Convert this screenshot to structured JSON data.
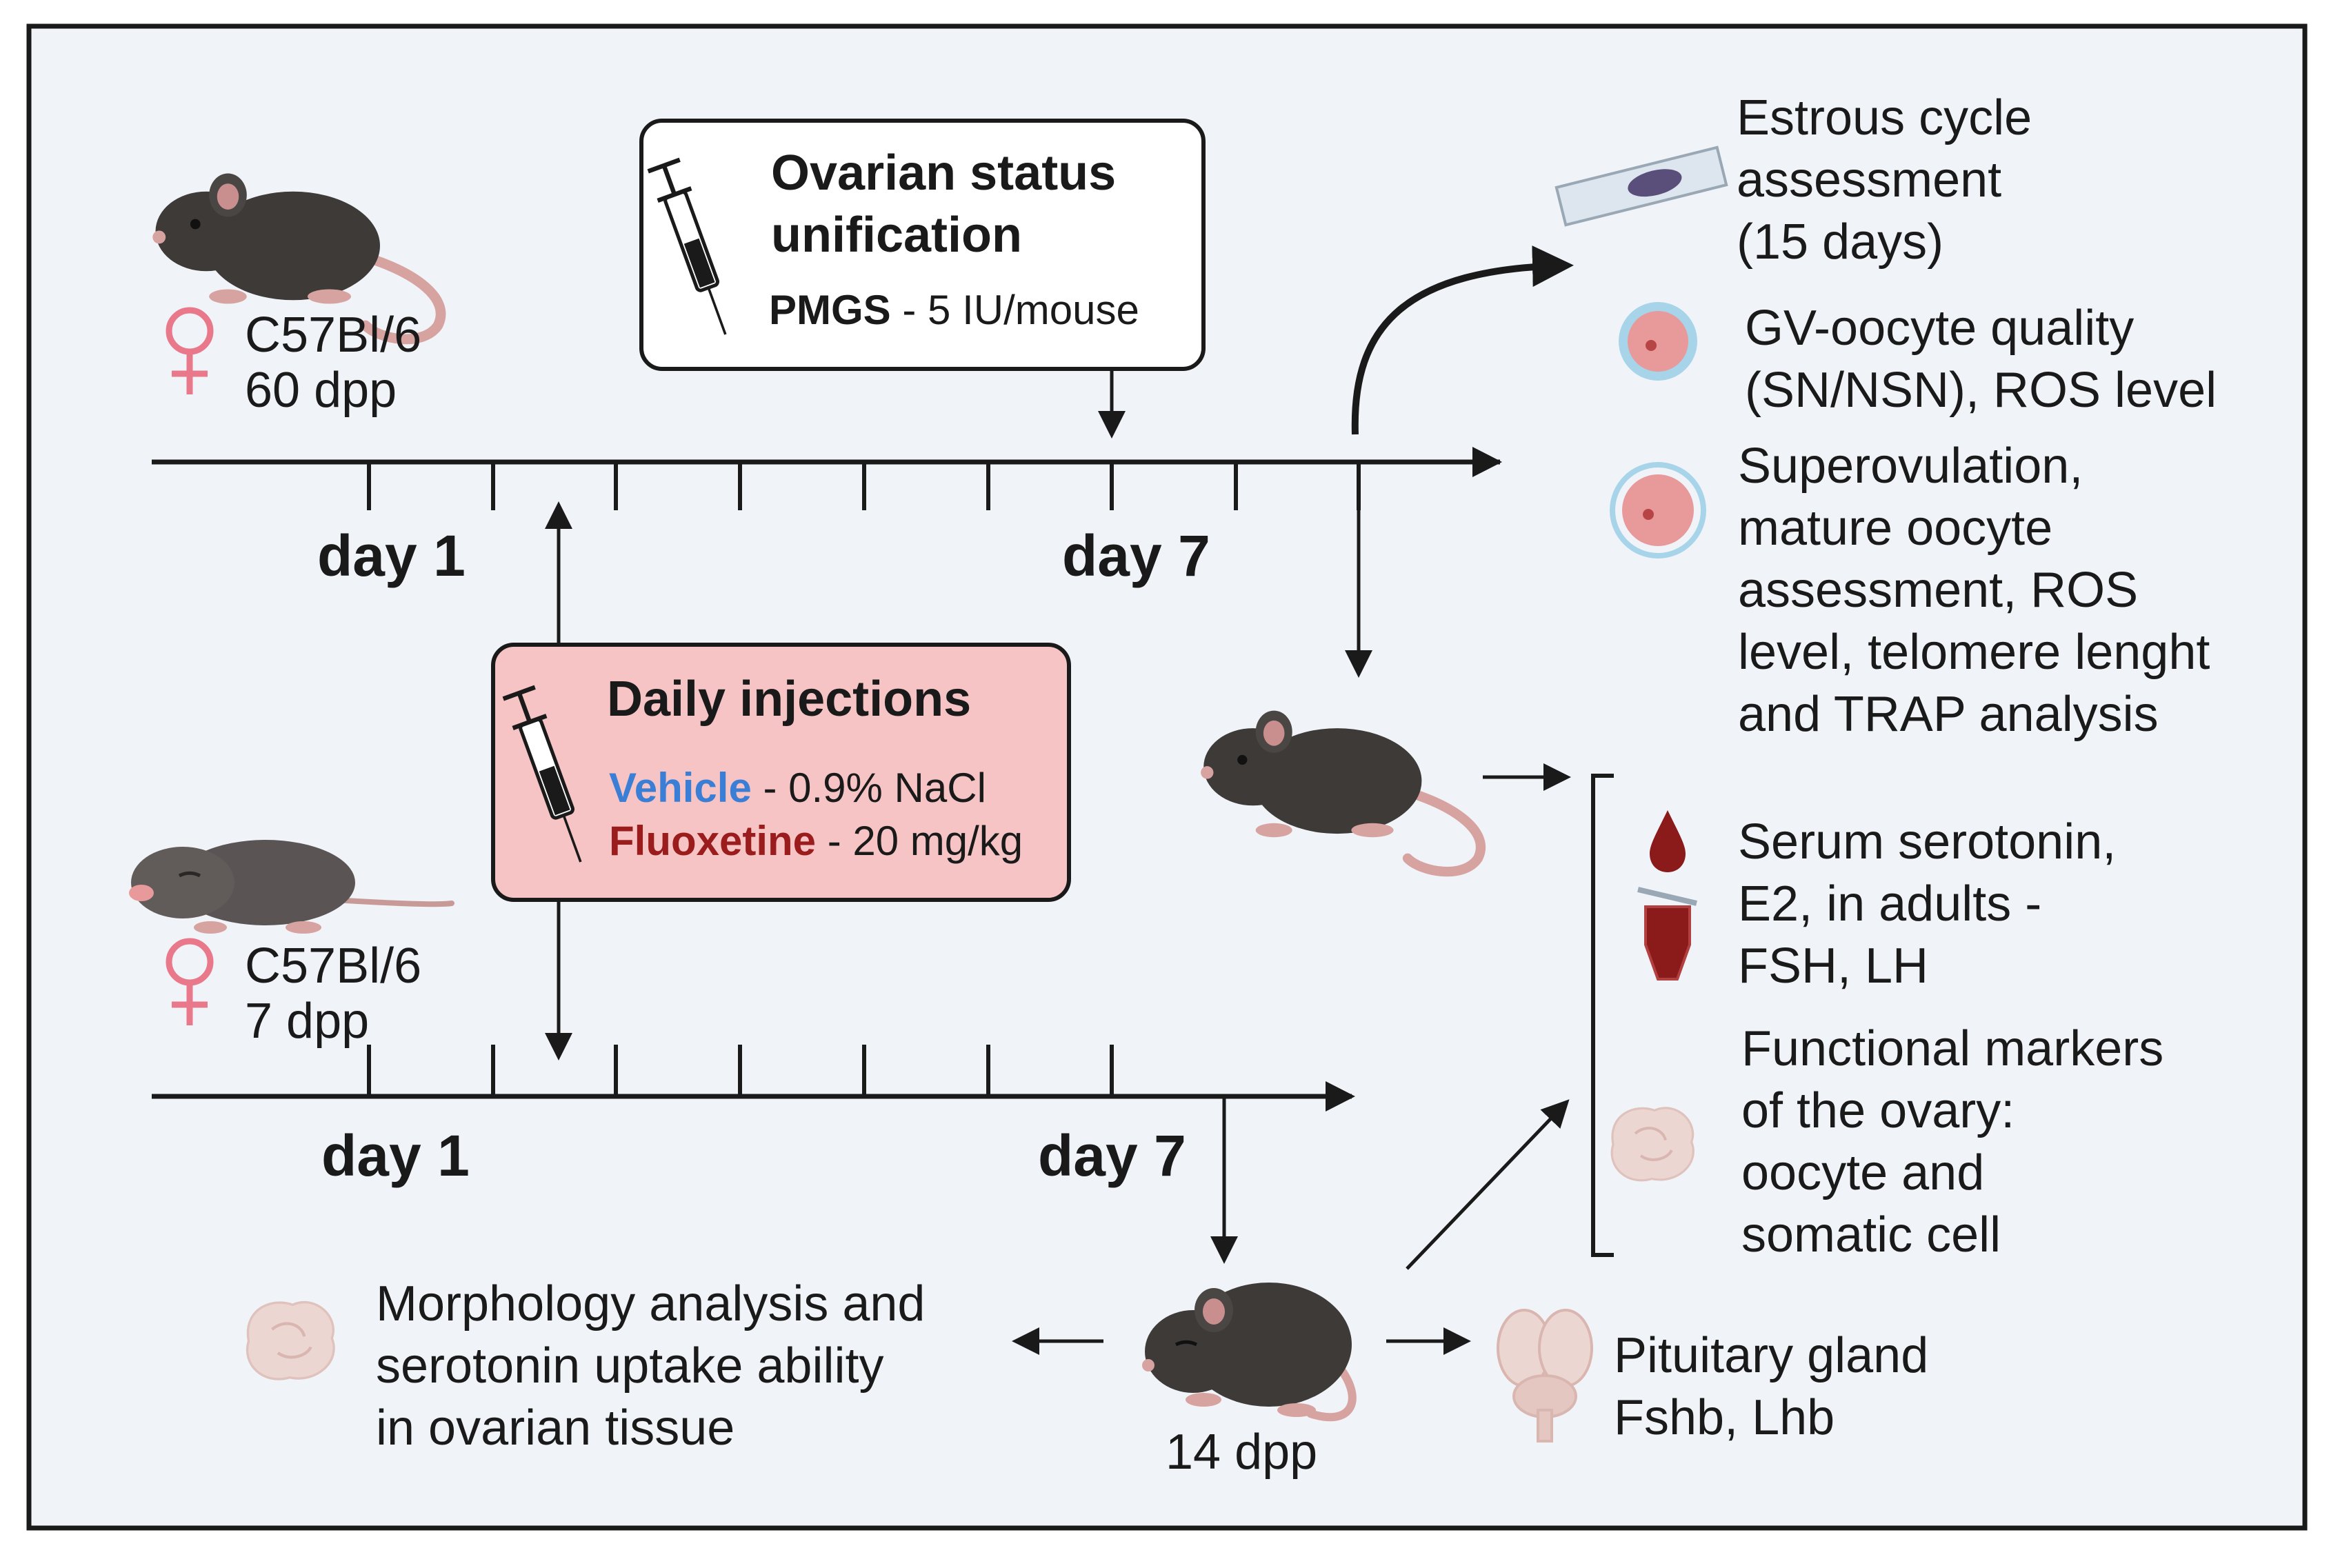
{
  "adult_mouse": {
    "strain": "C57Bl/6",
    "age": "60 dpp"
  },
  "pup_mouse": {
    "strain": "C57Bl/6",
    "age": "7 dpp"
  },
  "ovarian_box": {
    "title_line1": "Ovarian status",
    "title_line2": "unification",
    "drug": "PMGS",
    "dose": " - 5 IU/mouse"
  },
  "injection_box": {
    "title": "Daily injections",
    "vehicle_label": "Vehicle",
    "vehicle_dose": " - 0.9% NaCl",
    "fluoxetine_label": "Fluoxetine",
    "fluoxetine_dose": " - 20 mg/kg"
  },
  "timeline_top": {
    "start_label": "day 1",
    "end_label": "day 7"
  },
  "timeline_bottom": {
    "start_label": "day 1",
    "end_label": "day 7"
  },
  "outcomes": {
    "estrous": [
      "Estrous cycle",
      "assessment",
      "(15 days)"
    ],
    "gv_oocyte": [
      "GV-oocyte quality",
      "(SN/NSN), ROS level"
    ],
    "superovulation": [
      "Superovulation,",
      "mature oocyte",
      "assessment, ROS",
      "level, telomere lenght",
      "and TRAP analysis"
    ],
    "serum": [
      "Serum serotonin,",
      "E2, in adults -",
      "FSH, LH"
    ],
    "functional": [
      "Functional markers",
      "of the ovary:",
      "oocyte and",
      "somatic cell"
    ],
    "morphology": [
      "Morphology analysis and",
      "serotonin uptake ability",
      "in ovarian tissue"
    ],
    "pituitary": [
      "Pituitary gland",
      "Fshb, Lhb"
    ]
  },
  "pup_final_age": "14 dpp",
  "colors": {
    "background": "#f0f4f9",
    "vehicle": "#3a7fd5",
    "fluoxetine": "#9b1c1c",
    "injection_box_fill": "#f6c4c4",
    "female_symbol": "#e8788a",
    "mouse_body": "#3d3a38",
    "ovary": "#ecd6d2",
    "blood": "#8b1a1a"
  },
  "icons": {
    "syringe": "syringe-icon",
    "female": "female-symbol-icon",
    "slide": "microscope-slide-icon",
    "oocyte": "oocyte-icon",
    "blood_drop": "blood-drop-icon",
    "tube": "blood-tube-icon",
    "ovary": "ovary-icon",
    "brain": "pituitary-brain-icon",
    "mouse": "mouse-icon"
  }
}
